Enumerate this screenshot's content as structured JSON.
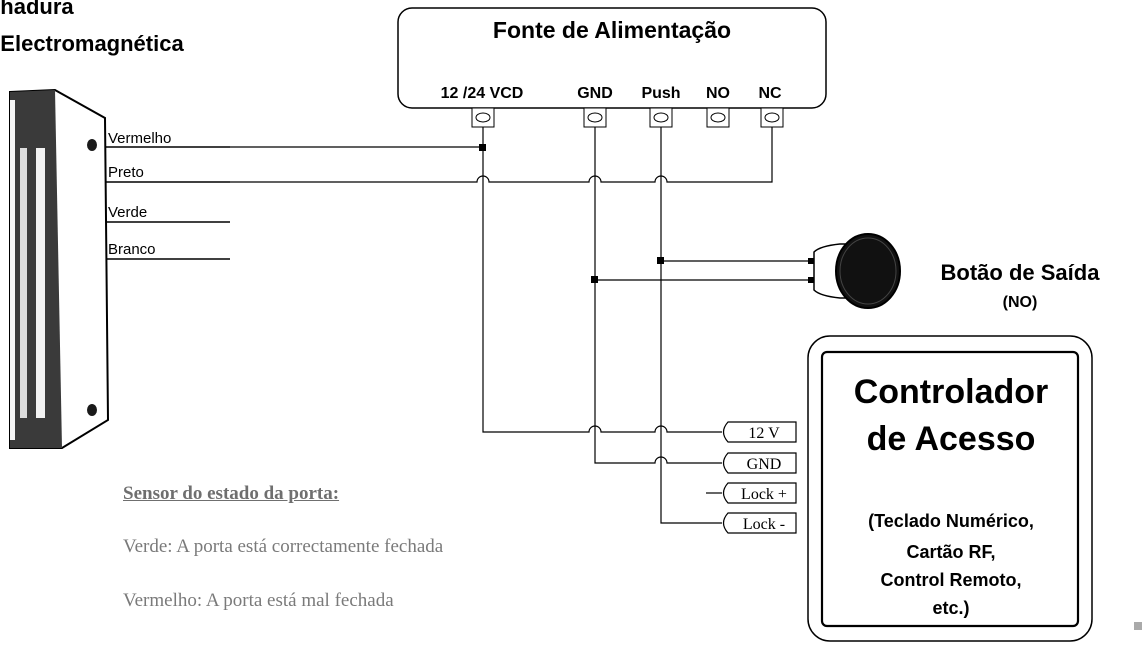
{
  "lock_title": [
    "Fechadura",
    "Electromagnética"
  ],
  "wire_labels": [
    "Vermelho",
    "Preto",
    "Verde",
    "Branco"
  ],
  "power_supply": {
    "title": "Fonte de Alimentação",
    "terminals": [
      "12 /24 VCD",
      "GND",
      "Push",
      "NO",
      "NC"
    ]
  },
  "exit_button": {
    "label": "Botão de Saída",
    "sublabel": "(NO)"
  },
  "controller": {
    "title": [
      "Controlador",
      "de Acesso"
    ],
    "inputs": [
      "12 V",
      "GND",
      "Lock +",
      "Lock -"
    ],
    "notes": [
      "(Teclado Numérico,",
      "Cartão RF,",
      "Control Remoto,",
      "etc.)"
    ]
  },
  "sensor": {
    "title": "Sensor do estado da porta:",
    "green": "Verde: A porta está correctamente fechada",
    "red": "Vermelho: A porta está mal fechada"
  }
}
